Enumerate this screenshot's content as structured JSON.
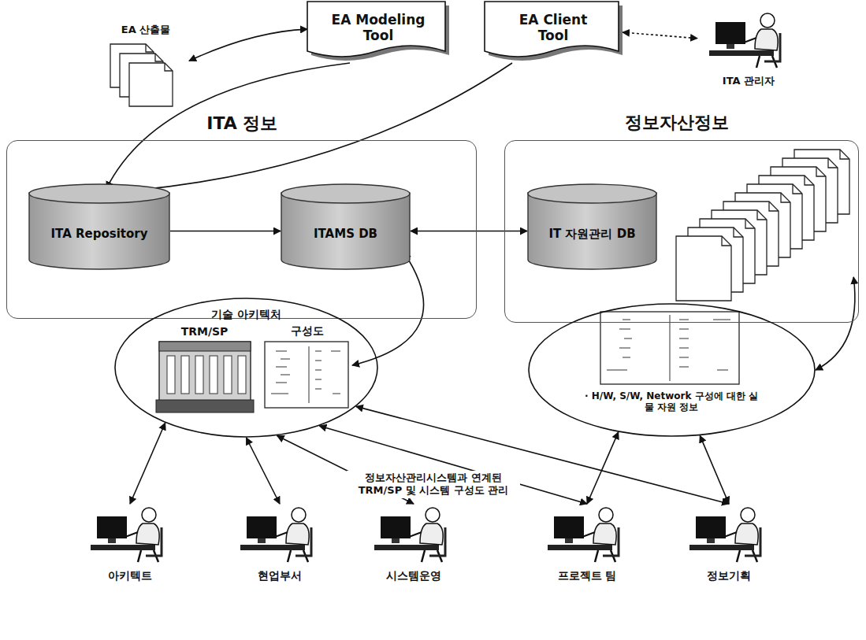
{
  "diagram": {
    "nodes": [
      {
        "text": [
          "EA 산출물"
        ]
      },
      {
        "text": [
          "EA Modeling Tool"
        ]
      },
      {
        "text": [
          "EA Client Tool"
        ]
      },
      {
        "text": [
          "ITA 관리자"
        ]
      },
      {
        "text": [
          "ITA 정보"
        ]
      },
      {
        "text": [
          "ITA Repository"
        ],
        "in": 4
      },
      {
        "text": [
          "ITAMS DB"
        ],
        "in": 4
      },
      {
        "text": [
          "정보자산정보"
        ]
      },
      {
        "text": [
          "IT 자원관리 DB"
        ],
        "in": 7
      },
      {
        "text": [
          "기술 아키텍처"
        ]
      },
      {
        "text": [
          "TRM/SP"
        ],
        "in": 9
      },
      {
        "text": [
          "구성도"
        ],
        "in": 9
      },
      {
        "text": [
          "· H/W, S/W, Network 구성에 대한 실물 자원 정보"
        ]
      },
      {
        "text": [
          "아키텍트"
        ]
      },
      {
        "text": [
          "현업부서"
        ]
      },
      {
        "text": [
          "시스템운영"
        ]
      },
      {
        "text": [
          "프로젝트 팀"
        ]
      },
      {
        "text": [
          "정보기획"
        ]
      }
    ],
    "edges": [
      {
        "from": 0,
        "to": 1,
        "arrow": "both"
      },
      {
        "from": 1,
        "to": 5,
        "arrow": "to"
      },
      {
        "from": 2,
        "to": 5,
        "arrow": "to"
      },
      {
        "from": 2,
        "to": 3,
        "arrow": "both"
      },
      {
        "from": 5,
        "to": 6,
        "arrow": "to"
      },
      {
        "from": 6,
        "to": 8,
        "arrow": "both"
      },
      {
        "from": 6,
        "to": 11,
        "arrow": "both"
      },
      {
        "from": 12,
        "to": 7,
        "arrow": "both"
      },
      {
        "from": 13,
        "to": 9,
        "arrow": "both"
      },
      {
        "from": 14,
        "to": 9,
        "arrow": "both"
      },
      {
        "from": 15,
        "to": 9,
        "arrow": "both"
      },
      {
        "from": 16,
        "to": 9,
        "arrow": "both"
      },
      {
        "from": 16,
        "to": 12,
        "arrow": "both"
      },
      {
        "from": 17,
        "to": 9,
        "arrow": "both"
      },
      {
        "from": 17,
        "to": 12,
        "arrow": "both"
      }
    ],
    "labels": [
      "정보자산관리시스템과 연계된 TRM/SP 및 시스템 구성도 관리"
    ]
  }
}
